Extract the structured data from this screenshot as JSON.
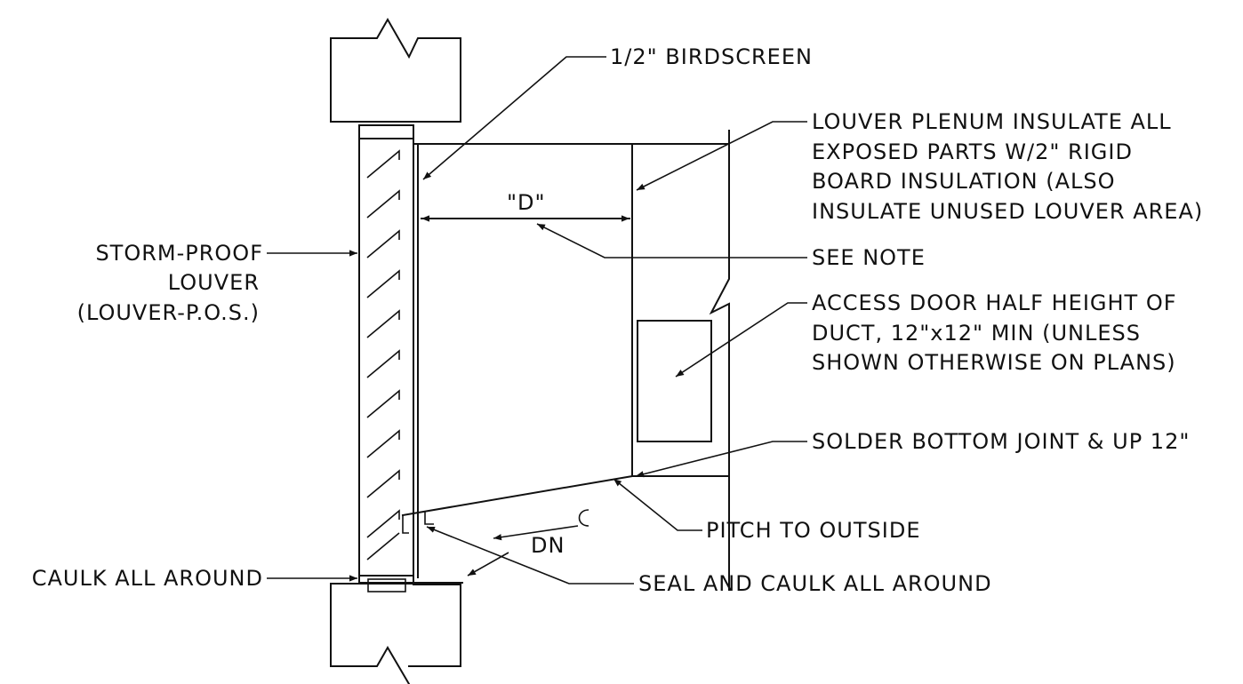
{
  "labels": {
    "birdscreen": "1/2\" BIRDSCREEN",
    "plenum_1": "LOUVER PLENUM INSULATE ALL",
    "plenum_2": "EXPOSED PARTS W/2\" RIGID",
    "plenum_3": "BOARD INSULATION (ALSO",
    "plenum_4": "INSULATE UNUSED LOUVER AREA)",
    "dimension": "\"D\"",
    "see_note": "SEE NOTE",
    "louver_1": "STORM-PROOF",
    "louver_2": "LOUVER",
    "louver_3": "(LOUVER-P.O.S.)",
    "access_1": "ACCESS DOOR HALF HEIGHT OF",
    "access_2": "DUCT, 12\"x12\" MIN (UNLESS",
    "access_3": "SHOWN OTHERWISE ON PLANS)",
    "solder": "SOLDER BOTTOM JOINT & UP 12\"",
    "down": "DN",
    "pitch": "PITCH TO OUTSIDE",
    "caulk": "CAULK ALL AROUND",
    "seal": "SEAL AND CAULK ALL AROUND"
  }
}
